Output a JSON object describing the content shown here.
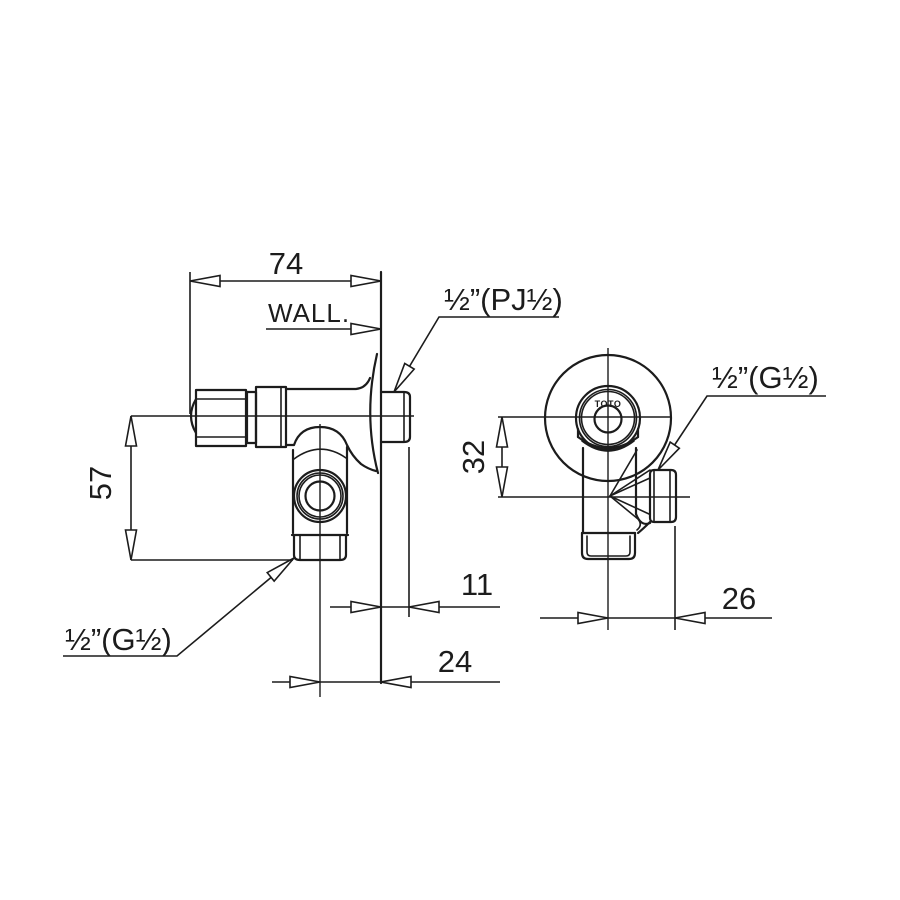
{
  "drawing": {
    "background": "#ffffff",
    "line_color": "#1c1c1c",
    "views": {
      "left": "side view of angle valve",
      "right": "front view of angle valve"
    },
    "dimensions": {
      "overall_depth": "74",
      "wall": "WALL.",
      "handle_center_to_outlet": "57",
      "wall_protrusion": "11",
      "outlet_to_wall": "24",
      "center_offset": "32",
      "side_port_offset": "26"
    },
    "labels": {
      "inlet_thread": "½”(PJ½)",
      "outlet_thread_left": "½”(G½)",
      "outlet_thread_right": "½”(G½)",
      "logo": "TOTO"
    }
  }
}
